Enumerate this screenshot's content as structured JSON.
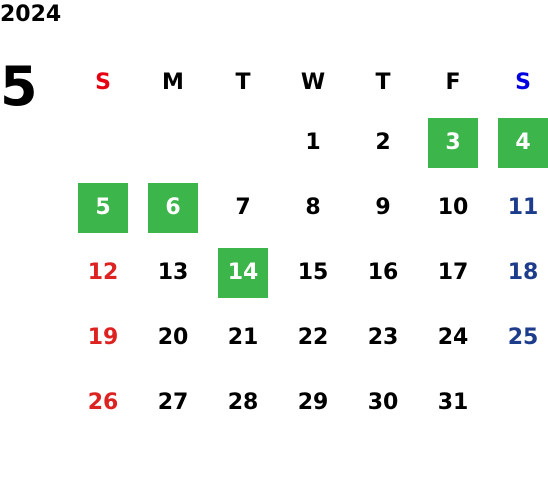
{
  "year": "2024",
  "month": "5",
  "weekdays": [
    "S",
    "M",
    "T",
    "W",
    "T",
    "F",
    "S"
  ],
  "weeks": [
    [
      "",
      "",
      "",
      "1",
      "2",
      "3",
      "4"
    ],
    [
      "5",
      "6",
      "7",
      "8",
      "9",
      "10",
      "11"
    ],
    [
      "12",
      "13",
      "14",
      "15",
      "16",
      "17",
      "18"
    ],
    [
      "19",
      "20",
      "21",
      "22",
      "23",
      "24",
      "25"
    ],
    [
      "26",
      "27",
      "28",
      "29",
      "30",
      "31",
      ""
    ]
  ],
  "highlighted_days": [
    "3",
    "4",
    "5",
    "6",
    "14"
  ],
  "colors": {
    "sunday_header": "#e60012",
    "saturday_header": "#0000e0",
    "sunday_date": "#dd2222",
    "saturday_date": "#1e3c8c",
    "holiday_bg": "#3cb54a"
  }
}
